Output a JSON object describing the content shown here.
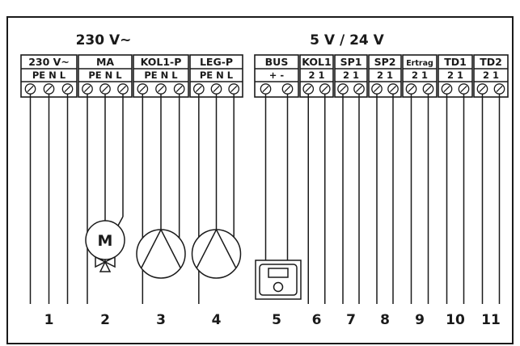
{
  "groups": [
    {
      "title": "230 V~"
    },
    {
      "title": "5 V / 24 V"
    }
  ],
  "blocks": [
    {
      "title": "230 V~",
      "pins": "PE N L",
      "number": "1",
      "load": "none"
    },
    {
      "title": "MA",
      "pins": "PE N L",
      "number": "2",
      "load": "motor-valve",
      "motor_label": "M"
    },
    {
      "title": "KOL1-P",
      "pins": "PE N L",
      "number": "3",
      "load": "pump"
    },
    {
      "title": "LEG-P",
      "pins": "PE N L",
      "number": "4",
      "load": "pump"
    },
    {
      "title": "BUS",
      "pins": "+ -",
      "number": "5",
      "load": "controller"
    },
    {
      "title": "KOL1",
      "pins": "2 1",
      "number": "6",
      "load": "none"
    },
    {
      "title": "SP1",
      "pins": "2 1",
      "number": "7",
      "load": "none"
    },
    {
      "title": "SP2",
      "pins": "2 1",
      "number": "8",
      "load": "none"
    },
    {
      "title": "Ertrag",
      "pins": "2 1",
      "number": "9",
      "load": "none"
    },
    {
      "title": "TD1",
      "pins": "2 1",
      "number": "10",
      "load": "none"
    },
    {
      "title": "TD2",
      "pins": "2 1",
      "number": "11",
      "load": "none"
    }
  ]
}
